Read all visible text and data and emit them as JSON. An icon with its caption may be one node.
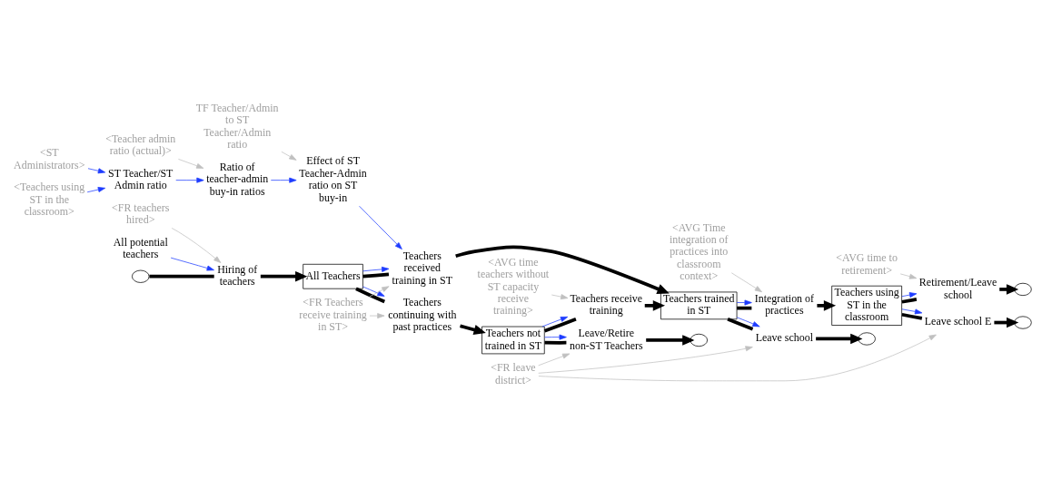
{
  "diagram": {
    "nodes": [
      {
        "text": [
          "TF Teacher/Admin to ST Teacher/Admin ratio"
        ]
      },
      {
        "text": [
          "Ratio of teacher-admin buy-in ratios"
        ]
      },
      {
        "text": [
          "<Teacher admin ratio (actual)>"
        ]
      },
      {
        "text": [
          "ST Teacher/ST Admin ratio"
        ]
      },
      {
        "text": [
          "Effect of ST Teacher-Admin ratio on ST buy-in"
        ]
      },
      {
        "text": [
          "<FR teachers hired>"
        ]
      },
      {
        "text": [
          "All potential teachers"
        ]
      },
      {
        "text": [],
        "shape": "cloud"
      },
      {
        "text": [
          "Hiring of teachers"
        ]
      },
      {
        "text": [
          "All Teachers"
        ]
      },
      {
        "text": [
          "<ST Administrators>"
        ]
      },
      {
        "text": [
          "<Teachers using ST in the classroom>"
        ]
      },
      {
        "text": [
          "Teachers received training in ST"
        ]
      },
      {
        "text": [
          "Teachers continuing with past practices"
        ]
      },
      {
        "text": [
          "<FR Teachers receive training in ST>"
        ]
      },
      {
        "text": [
          "<AVG Time integration of practices into classroom context>"
        ]
      },
      {
        "text": [
          "Teachers trained in ST"
        ]
      },
      {
        "text": [
          "Integration of practices"
        ]
      },
      {
        "text": [
          "<AVG time to retirement>"
        ]
      },
      {
        "text": [
          "Teachers using ST in the classroom"
        ]
      },
      {
        "text": [
          "Retirement/Leave school"
        ]
      },
      {
        "text": [],
        "shape": "cloud"
      },
      {
        "text": [
          "Leave school"
        ]
      },
      {
        "text": [
          "Leave school E"
        ]
      },
      {
        "text": [],
        "shape": "cloud"
      },
      {
        "text": [],
        "shape": "cloud"
      },
      {
        "text": [
          "Teachers not trained in ST"
        ]
      },
      {
        "text": [
          "Teachers receive training"
        ]
      },
      {
        "text": [
          "Leave/Retire non-ST Teachers"
        ]
      },
      {
        "text": [
          "<FR leave district>"
        ]
      },
      {
        "text": [
          "<AVG time teachers without ST capacity receive training>"
        ]
      },
      {
        "text": [],
        "shape": "cloud"
      }
    ],
    "edges": [
      {
        "from": 0,
        "to": 4,
        "arrow": "to",
        "color": "#c0c0c0"
      },
      {
        "from": 2,
        "to": 1,
        "arrow": "to",
        "color": "#c0c0c0"
      },
      {
        "from": 3,
        "to": 1,
        "arrow": "to",
        "color": "#1e3cff"
      },
      {
        "from": 1,
        "to": 4,
        "arrow": "to",
        "color": "#1e3cff"
      },
      {
        "from": 10,
        "to": 3,
        "arrow": "to",
        "color": "#1e3cff"
      },
      {
        "from": 11,
        "to": 3,
        "arrow": "to",
        "color": "#1e3cff"
      },
      {
        "from": 5,
        "to": 8,
        "arrow": "to",
        "color": "#c0c0c0"
      },
      {
        "from": 6,
        "to": 8,
        "arrow": "to",
        "color": "#1e3cff"
      },
      {
        "from": 7,
        "to": 8,
        "arrow": "none",
        "style": "thick"
      },
      {
        "from": 8,
        "to": 9,
        "arrow": "to",
        "style": "thick"
      },
      {
        "from": 9,
        "to": 12,
        "arrow": "none",
        "style": "thick"
      },
      {
        "from": 12,
        "to": 16,
        "arrow": "to",
        "style": "thick"
      },
      {
        "from": 9,
        "to": 12,
        "arrow": "to",
        "color": "#1e3cff"
      },
      {
        "from": 4,
        "to": 12,
        "arrow": "to",
        "color": "#1e3cff"
      },
      {
        "from": 9,
        "to": 13,
        "arrow": "none",
        "style": "thick"
      },
      {
        "from": 13,
        "to": 26,
        "arrow": "to",
        "style": "thick"
      },
      {
        "from": 9,
        "to": 13,
        "arrow": "to",
        "color": "#1e3cff"
      },
      {
        "from": 14,
        "to": 13,
        "arrow": "to",
        "color": "#c0c0c0"
      },
      {
        "from": 14,
        "to": 12,
        "arrow": "to",
        "color": "#c0c0c0"
      },
      {
        "from": 16,
        "to": 17,
        "arrow": "none",
        "style": "thick"
      },
      {
        "from": 17,
        "to": 19,
        "arrow": "to",
        "style": "thick"
      },
      {
        "from": 16,
        "to": 17,
        "arrow": "to",
        "color": "#1e3cff"
      },
      {
        "from": 15,
        "to": 17,
        "arrow": "to",
        "color": "#c0c0c0"
      },
      {
        "from": 19,
        "to": 20,
        "arrow": "none",
        "style": "thick"
      },
      {
        "from": 20,
        "to": 21,
        "arrow": "to",
        "style": "thick"
      },
      {
        "from": 19,
        "to": 20,
        "arrow": "to",
        "color": "#1e3cff"
      },
      {
        "from": 18,
        "to": 20,
        "arrow": "to",
        "color": "#c0c0c0"
      },
      {
        "from": 16,
        "to": 22,
        "arrow": "none",
        "style": "thick"
      },
      {
        "from": 22,
        "to": 24,
        "arrow": "to",
        "style": "thick"
      },
      {
        "from": 16,
        "to": 22,
        "arrow": "to",
        "color": "#1e3cff"
      },
      {
        "from": 19,
        "to": 23,
        "arrow": "none",
        "style": "thick"
      },
      {
        "from": 23,
        "to": 25,
        "arrow": "to",
        "style": "thick"
      },
      {
        "from": 19,
        "to": 23,
        "arrow": "to",
        "color": "#1e3cff"
      },
      {
        "from": 26,
        "to": 27,
        "arrow": "none",
        "style": "thick"
      },
      {
        "from": 27,
        "to": 16,
        "arrow": "to",
        "style": "thick"
      },
      {
        "from": 26,
        "to": 27,
        "arrow": "to",
        "color": "#1e3cff"
      },
      {
        "from": 26,
        "to": 28,
        "arrow": "none",
        "style": "thick"
      },
      {
        "from": 28,
        "to": 31,
        "arrow": "to",
        "style": "thick"
      },
      {
        "from": 26,
        "to": 28,
        "arrow": "to",
        "color": "#1e3cff"
      },
      {
        "from": 30,
        "to": 27,
        "arrow": "to",
        "color": "#c0c0c0"
      },
      {
        "from": 29,
        "to": 22,
        "arrow": "to",
        "color": "#c0c0c0"
      },
      {
        "from": 29,
        "to": 23,
        "arrow": "to",
        "color": "#c0c0c0"
      },
      {
        "from": 29,
        "to": 28,
        "arrow": "to",
        "color": "#c0c0c0"
      }
    ]
  }
}
